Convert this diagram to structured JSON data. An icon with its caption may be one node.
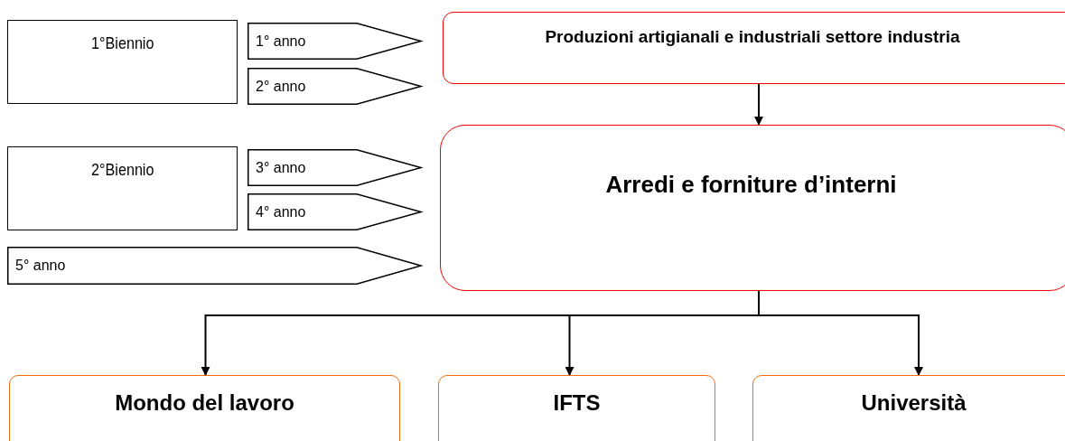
{
  "diagram": {
    "nodes": [
      {
        "text": [
          "1°Biennio"
        ]
      },
      {
        "text": [
          "1° anno"
        ]
      },
      {
        "text": [
          "2° anno"
        ]
      },
      {
        "text": [
          "2°Biennio"
        ]
      },
      {
        "text": [
          "3° anno"
        ]
      },
      {
        "text": [
          "4° anno"
        ]
      },
      {
        "text": [
          "5° anno"
        ]
      },
      {
        "text": [
          "Produzioni artigianali e industriali settore industria"
        ]
      },
      {
        "text": [
          "Arredi e forniture d’interni"
        ]
      },
      {
        "text": [
          "Mondo del lavoro"
        ]
      },
      {
        "text": [
          "IFTS"
        ]
      },
      {
        "text": [
          "Università"
        ]
      }
    ],
    "edges": [
      {
        "from": 7,
        "to": 8,
        "arrow": "to"
      },
      {
        "from": 8,
        "to": 9,
        "arrow": "to"
      },
      {
        "from": 8,
        "to": 10,
        "arrow": "to"
      },
      {
        "from": 8,
        "to": 11,
        "arrow": "to"
      }
    ]
  }
}
